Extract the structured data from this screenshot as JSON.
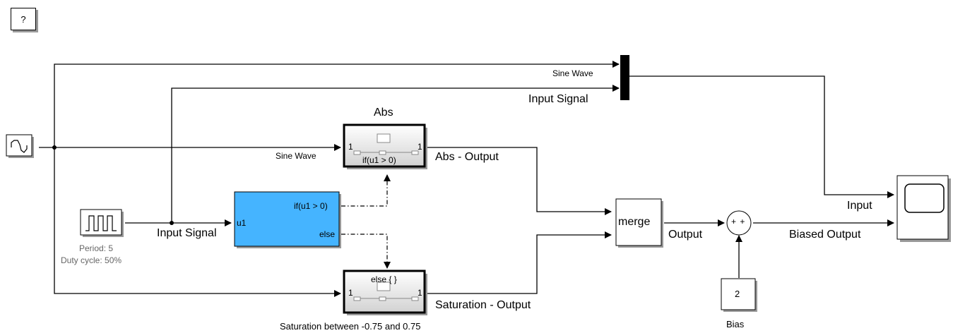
{
  "help_button": {
    "label": "?"
  },
  "abs_block": {
    "title": "Abs",
    "condition": "if(u1 > 0)",
    "in_port": "1",
    "out_port": "1"
  },
  "saturation_block": {
    "title": "Saturation between -0.75 and 0.75",
    "condition": "else { }",
    "in_port": "1",
    "out_port": "1"
  },
  "if_block": {
    "input": "u1",
    "out_if": "if(u1 > 0)",
    "out_else": "else",
    "color": "#45B4FF"
  },
  "pulse_generator": {
    "period": "Period: 5",
    "duty_cycle": "Duty cycle: 50%"
  },
  "merge_block": {
    "label": "merge"
  },
  "bias_block": {
    "value": "2",
    "title": "Bias"
  },
  "sum_block": {
    "signs": "+ +"
  },
  "signals": {
    "sine_wave_top": "Sine Wave",
    "input_signal_top": "Input Signal",
    "sine_wave_abs": "Sine Wave",
    "input_signal_mid": "Input Signal",
    "abs_output": "Abs - Output",
    "saturation_output": "Saturation - Output",
    "output": "Output",
    "input": "Input",
    "biased_output": "Biased Output"
  }
}
